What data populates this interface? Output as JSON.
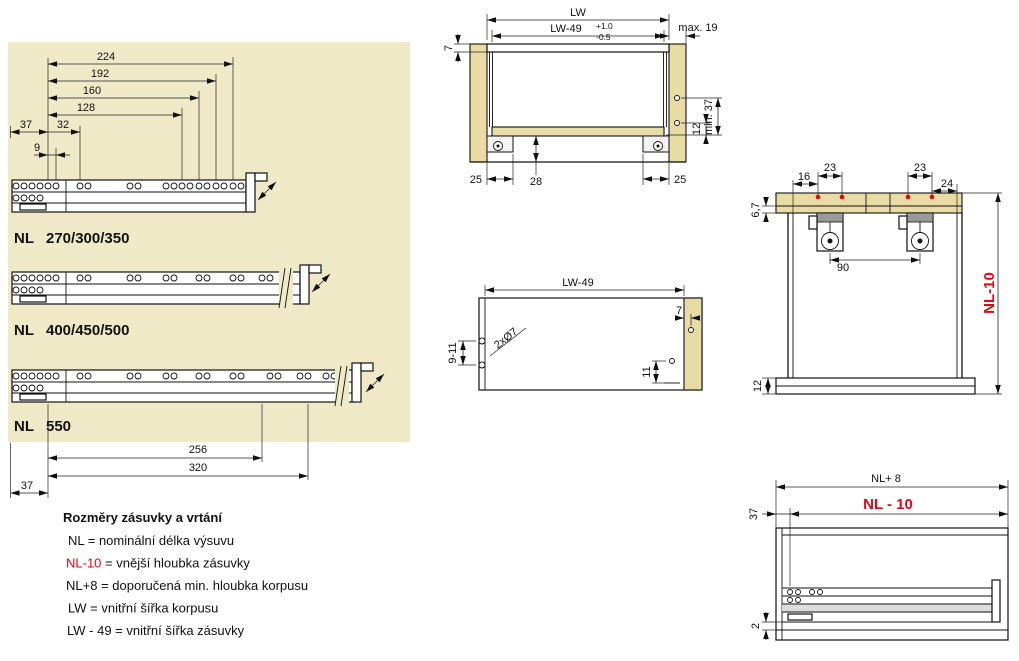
{
  "colors": {
    "panel_bg": "#f0e9c8",
    "wood": "#e9dba4",
    "accent_red": "#e30613",
    "line": "#111111"
  },
  "slide_panel": {
    "dim_224": "224",
    "dim_192": "192",
    "dim_160": "160",
    "dim_128": "128",
    "dim_37_top": "37",
    "dim_32": "32",
    "dim_9": "9",
    "slide1_label": "NL",
    "slide1_sizes": "270/300/350",
    "slide2_label": "NL",
    "slide2_sizes": "400/450/500",
    "slide3_label": "NL",
    "slide3_sizes": "550",
    "dim_256": "256",
    "dim_320": "320",
    "dim_37_bottom": "37"
  },
  "cabinet_front": {
    "dim_lw": "LW",
    "dim_lw49": "LW-49",
    "tol_plus": "+1.0",
    "tol_minus": "-0.5",
    "dim_max19": "max. 19",
    "dim_7": "7",
    "dim_12": "12",
    "dim_min37": "min. 37",
    "dim_25_left": "25",
    "dim_28": "28",
    "dim_25_right": "25"
  },
  "drill_template": {
    "dim_lw49": "LW-49",
    "dim_7": "7",
    "dim_11": "11",
    "dim_9_11": "9-11",
    "dim_2xo7": "2xØ7"
  },
  "rear_view": {
    "dim_16": "16",
    "dim_23_left": "23",
    "dim_23_right": "23",
    "dim_24": "24",
    "dim_6_7": "6,7",
    "dim_90": "90",
    "dim_nl10": "NL-10",
    "dim_12": "12"
  },
  "side_view": {
    "dim_nl8": "NL+ 8",
    "dim_37": "37",
    "dim_nl10": "NL - 10",
    "dim_2": "2"
  },
  "legend": {
    "title": "Rozměry zásuvky a vrtání",
    "lines": [
      {
        "term": "NL",
        "rest": " = nominální délka výsuvu"
      },
      {
        "term": "NL-10",
        "rest": " = vnější hloubka zásuvky"
      },
      {
        "term": "NL+8",
        "rest": " = doporučená min. hloubka korpusu"
      },
      {
        "term": "LW",
        "rest": " = vnitřní šířka korpusu"
      },
      {
        "term": "LW - 49",
        "rest": " = vnitřní šířka zásuvky"
      }
    ]
  }
}
